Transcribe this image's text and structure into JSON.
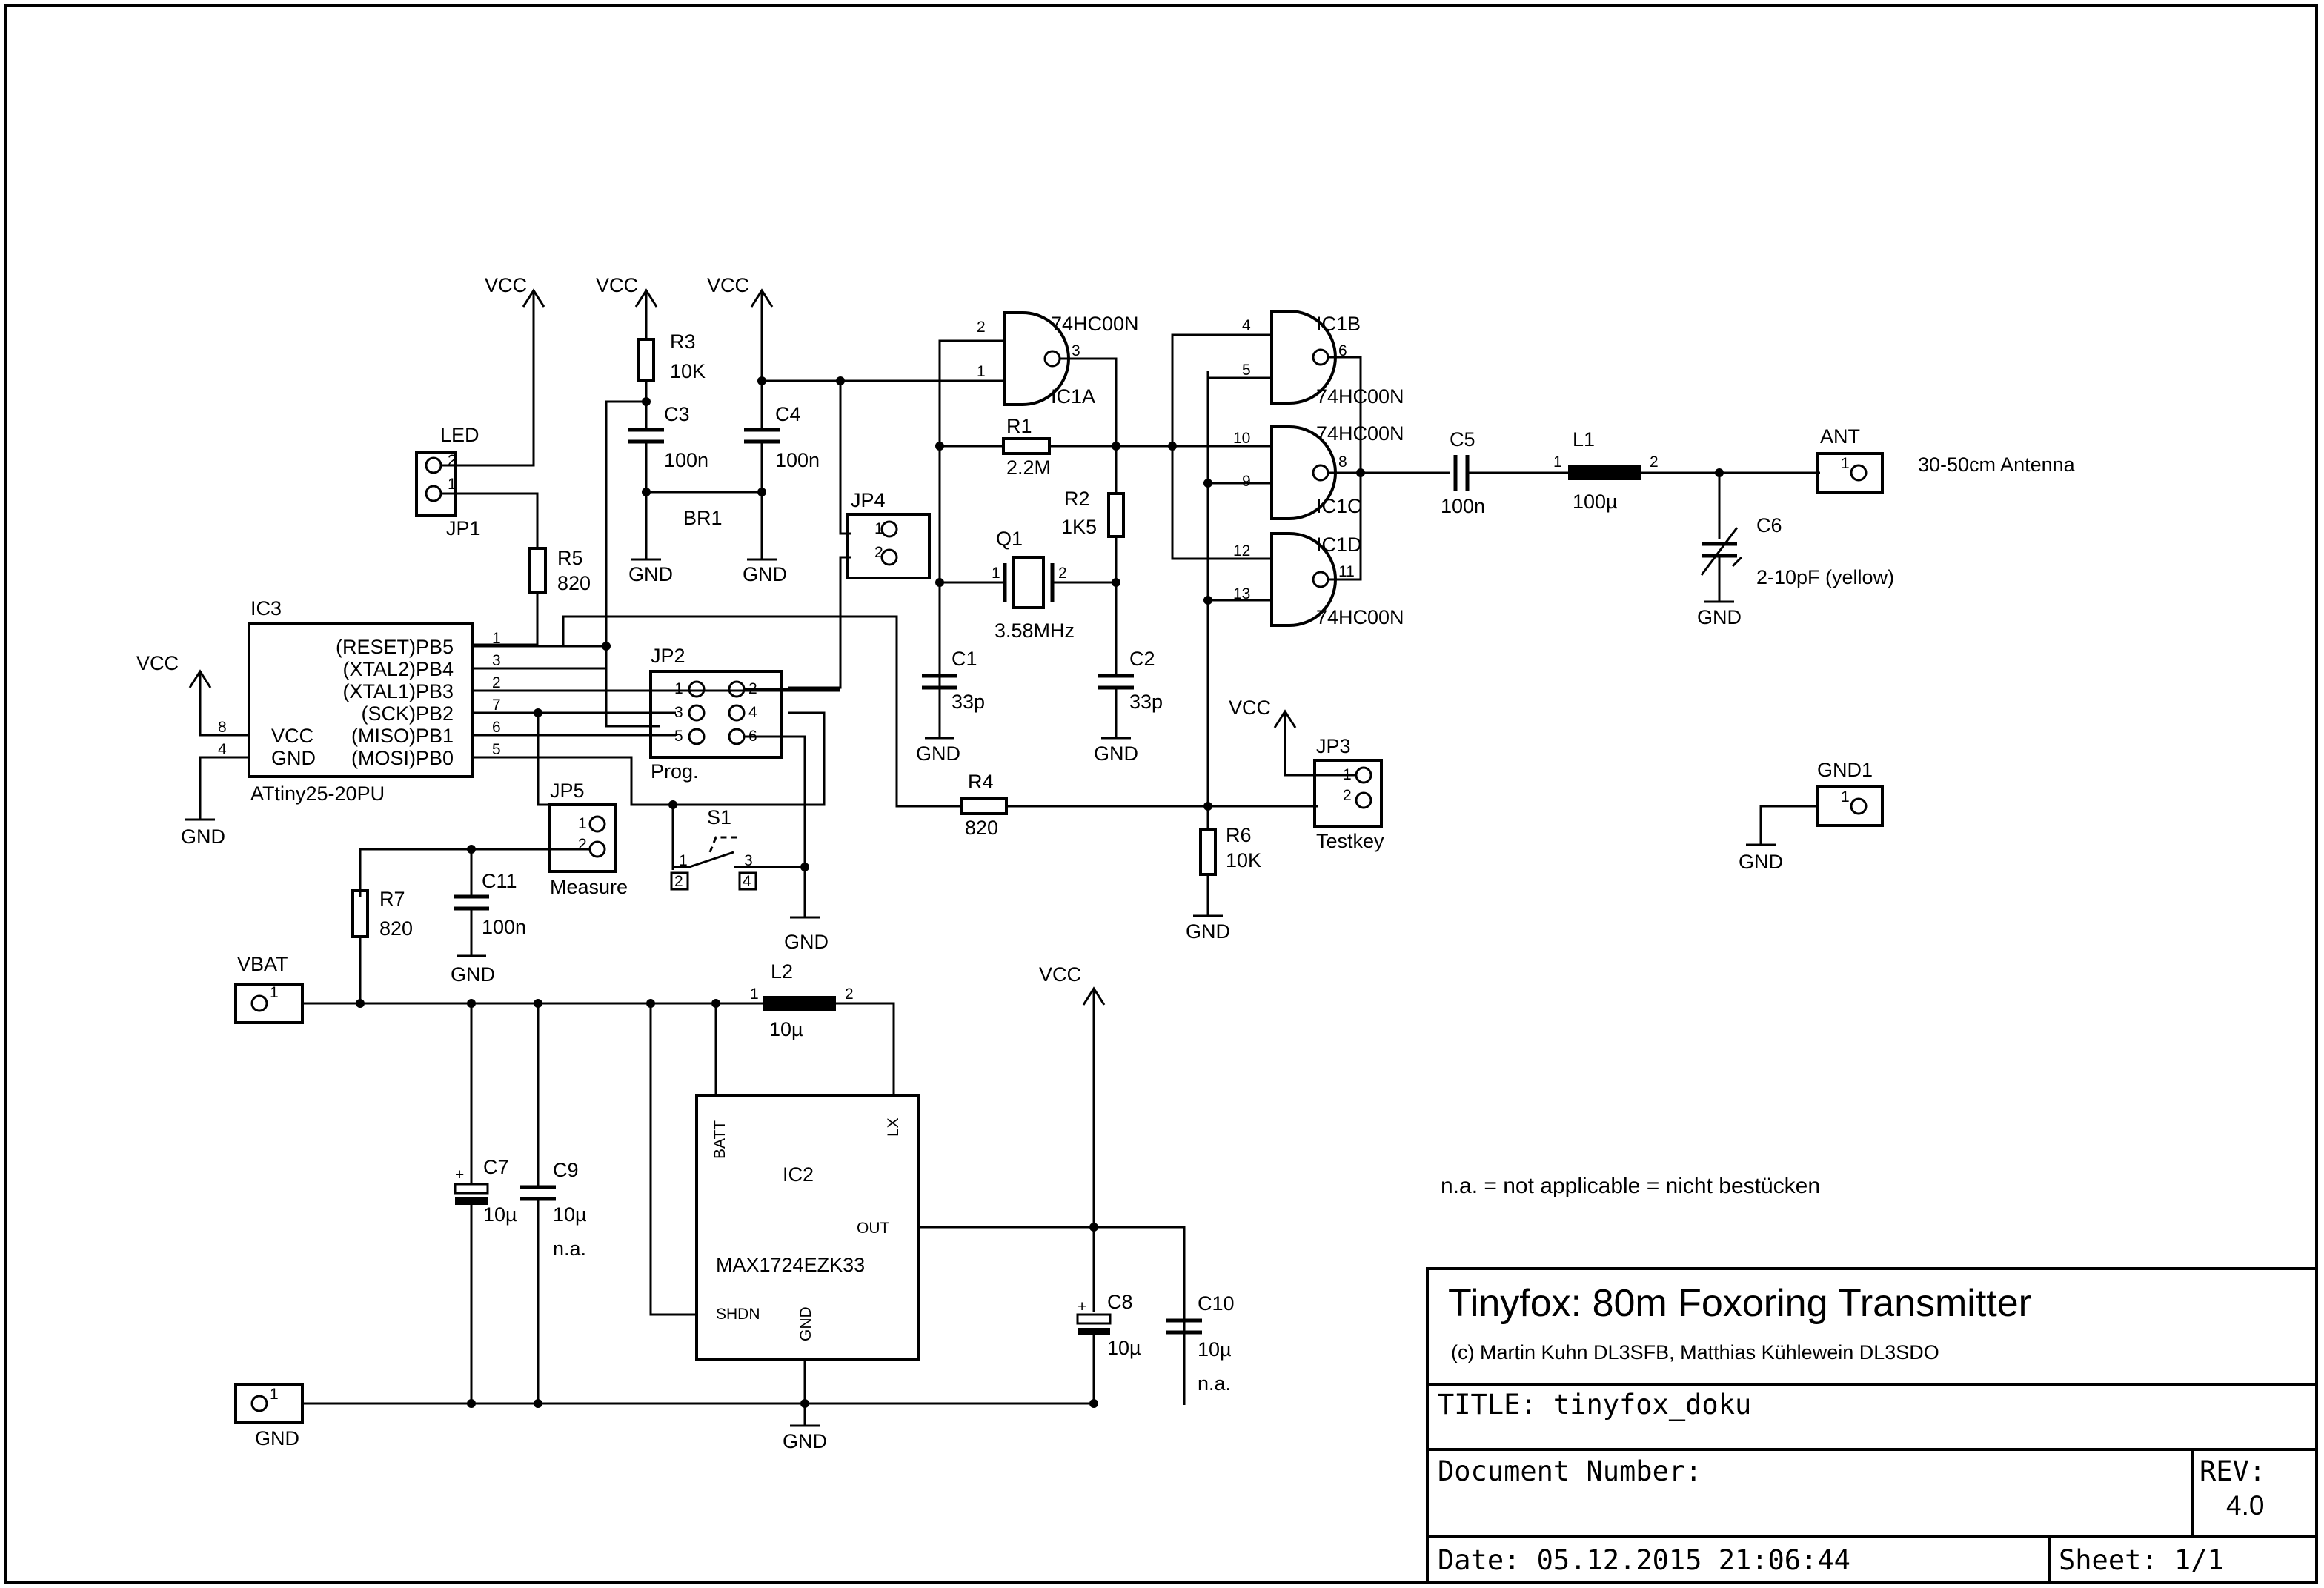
{
  "power": {
    "vcc": "VCC",
    "gnd": "GND",
    "vbat": "VBAT"
  },
  "jp1": {
    "ref": "JP1",
    "label": "LED",
    "pin1": "1",
    "pin2": "2"
  },
  "r5": {
    "ref": "R5",
    "value": "820"
  },
  "r3": {
    "ref": "R3",
    "value": "10K"
  },
  "c3": {
    "ref": "C3",
    "value": "100n"
  },
  "c4": {
    "ref": "C4",
    "value": "100n"
  },
  "br1": {
    "ref": "BR1"
  },
  "jp4": {
    "ref": "JP4",
    "pin1": "1",
    "pin2": "2"
  },
  "ic3": {
    "ref": "IC3",
    "part": "ATtiny25-20PU",
    "pins": [
      {
        "name": "(RESET)PB5",
        "num": "1"
      },
      {
        "name": "(XTAL2)PB4",
        "num": "3"
      },
      {
        "name": "(XTAL1)PB3",
        "num": "2"
      },
      {
        "name": "(SCK)PB2",
        "num": "7"
      },
      {
        "name": "(MISO)PB1",
        "num": "6"
      },
      {
        "name": "(MOSI)PB0",
        "num": "5"
      }
    ],
    "vcc_label": "VCC",
    "gnd_label": "GND",
    "vcc_num": "8",
    "gnd_num": "4"
  },
  "jp2": {
    "ref": "JP2",
    "label": "Prog.",
    "left_pins": [
      "1",
      "3",
      "5"
    ],
    "right_pins": [
      "2",
      "4",
      "6"
    ]
  },
  "jp5": {
    "ref": "JP5",
    "label": "Measure",
    "pin1": "1",
    "pin2": "2"
  },
  "s1": {
    "ref": "S1",
    "pins": [
      "1",
      "2",
      "3",
      "4"
    ]
  },
  "r7": {
    "ref": "R7",
    "value": "820"
  },
  "c11": {
    "ref": "C11",
    "value": "100n"
  },
  "r4": {
    "ref": "R4",
    "value": "820"
  },
  "r6": {
    "ref": "R6",
    "value": "10K"
  },
  "r1": {
    "ref": "R1",
    "value": "2.2M"
  },
  "r2": {
    "ref": "R2",
    "value": "1K5"
  },
  "q1": {
    "ref": "Q1",
    "value": "3.58MHz",
    "pin1": "1",
    "pin2": "2"
  },
  "c1": {
    "ref": "C1",
    "value": "33p"
  },
  "c2": {
    "ref": "C2",
    "value": "33p"
  },
  "ic1a": {
    "ref": "IC1A",
    "part": "74HC00N",
    "pins": [
      "2",
      "1",
      "3"
    ]
  },
  "ic1b": {
    "ref": "IC1B",
    "part": "74HC00N",
    "pins": [
      "4",
      "5",
      "6"
    ]
  },
  "ic1c": {
    "ref": "IC1C",
    "part": "74HC00N",
    "pins": [
      "10",
      "9",
      "8"
    ]
  },
  "ic1d": {
    "ref": "IC1D",
    "part": "74HC00N",
    "pins": [
      "12",
      "13",
      "11"
    ]
  },
  "jp3": {
    "ref": "JP3",
    "label": "Testkey",
    "pin1": "1",
    "pin2": "2"
  },
  "c5": {
    "ref": "C5",
    "value": "100n"
  },
  "l1": {
    "ref": "L1",
    "value": "100µ",
    "pin1": "1",
    "pin2": "2"
  },
  "c6": {
    "ref": "C6",
    "value": "2-10pF  (yellow)"
  },
  "ant": {
    "ref": "ANT",
    "pin": "1",
    "note": "30-50cm Antenna"
  },
  "gnd1": {
    "ref": "GND1",
    "pin": "1"
  },
  "vbat_conn": {
    "pin": "1"
  },
  "gnd_conn": {
    "pin": "1"
  },
  "l2": {
    "ref": "L2",
    "value": "10µ",
    "pin1": "1",
    "pin2": "2"
  },
  "c7": {
    "ref": "C7",
    "value": "10µ"
  },
  "c9": {
    "ref": "C9",
    "value": "10µ",
    "note": "n.a."
  },
  "ic2": {
    "ref": "IC2",
    "part": "MAX1724EZK33",
    "batt": "BATT",
    "lx": "LX",
    "out": "OUT",
    "shdn": "SHDN",
    "gnd": "GND"
  },
  "c8": {
    "ref": "C8",
    "value": "10µ"
  },
  "c10": {
    "ref": "C10",
    "value": "10µ",
    "note": "n.a."
  },
  "polarity": "+",
  "note": "n.a. = not applicable = nicht bestücken",
  "title_block": {
    "heading": "Tinyfox: 80m Foxoring Transmitter",
    "authors": "(c) Martin Kuhn DL3SFB, Matthias Kühlewein DL3SDO",
    "title": "TITLE:  tinyfox_doku",
    "doc_number": "Document Number:",
    "rev_label": "REV:",
    "rev_value": "4.0",
    "date": "Date: 05.12.2015 21:06:44",
    "sheet": "Sheet: 1/1"
  }
}
